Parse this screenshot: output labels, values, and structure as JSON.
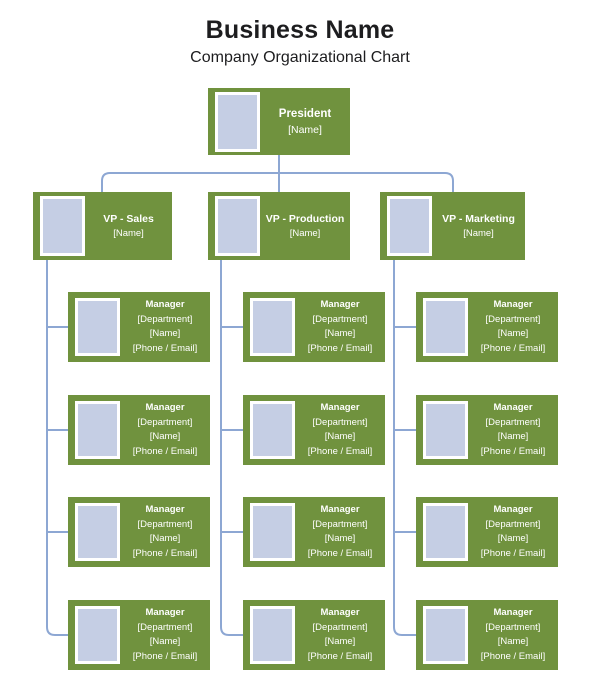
{
  "header": {
    "title": "Business Name",
    "subtitle": "Company Organizational Chart"
  },
  "colors": {
    "box_green": "#70923E",
    "photo_fill": "#C5CEE4",
    "connector": "#8DA7D3",
    "title_text": "#1D1D1F",
    "box_text": "#FFFFFF",
    "background": "#FFFFFF"
  },
  "chart": {
    "president": {
      "title": "President",
      "name": "[Name]"
    },
    "vps": [
      {
        "title": "VP - Sales",
        "name": "[Name]"
      },
      {
        "title": "VP - Production",
        "name": "[Name]"
      },
      {
        "title": "VP - Marketing",
        "name": "[Name]"
      }
    ],
    "manager": {
      "title": "Manager",
      "department": "[Department]",
      "name": "[Name]",
      "contact": "[Phone / Email]"
    },
    "managers_per_vp": 4
  }
}
